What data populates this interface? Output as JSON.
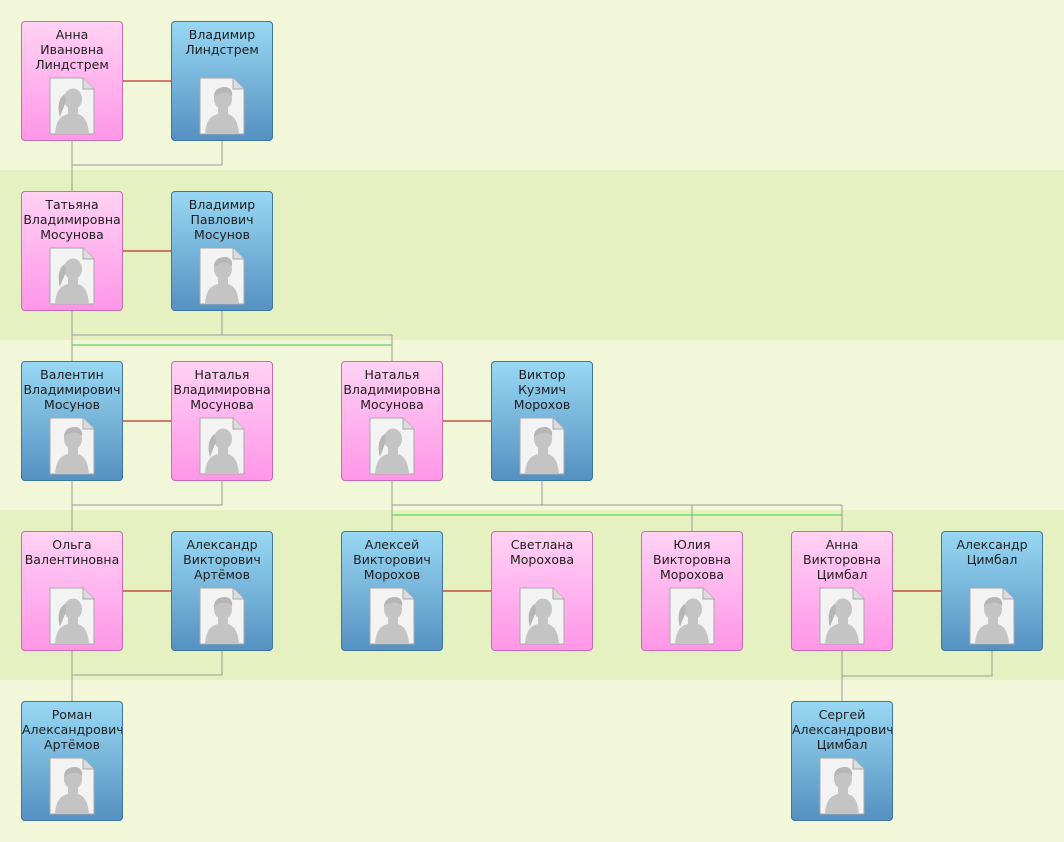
{
  "people": [
    {
      "id": "p1",
      "gender": "f",
      "name": "Анна\nИвановна\nЛиндстрем"
    },
    {
      "id": "p2",
      "gender": "m",
      "name": "Владимир\nЛиндстрем"
    },
    {
      "id": "p3",
      "gender": "f",
      "name": "Татьяна\nВладимировна\nМосунова"
    },
    {
      "id": "p4",
      "gender": "m",
      "name": "Владимир\nПавлович\nМосунов"
    },
    {
      "id": "p5",
      "gender": "m",
      "name": "Валентин\nВладимирович\nМосунов"
    },
    {
      "id": "p6",
      "gender": "f",
      "name": "Наталья\nВладимировна\nМосунова"
    },
    {
      "id": "p7",
      "gender": "f",
      "name": "Наталья\nВладимировна\nМосунова"
    },
    {
      "id": "p8",
      "gender": "m",
      "name": "Виктор\nКузмич\nМорохов"
    },
    {
      "id": "p9",
      "gender": "f",
      "name": "Ольга\nВалентиновна"
    },
    {
      "id": "p10",
      "gender": "m",
      "name": "Александр\nВикторович\nАртёмов"
    },
    {
      "id": "p11",
      "gender": "m",
      "name": "Алексей\nВикторович\nМорохов"
    },
    {
      "id": "p12",
      "gender": "f",
      "name": "Светлана\nМорохова"
    },
    {
      "id": "p13",
      "gender": "f",
      "name": "Юлия\nВикторовна\nМорохова"
    },
    {
      "id": "p14",
      "gender": "f",
      "name": "Анна\nВикторовна\nЦимбал"
    },
    {
      "id": "p15",
      "gender": "m",
      "name": "Александр\nЦимбал"
    },
    {
      "id": "p16",
      "gender": "m",
      "name": "Роман\nАлександрович\nАртёмов"
    },
    {
      "id": "p17",
      "gender": "m",
      "name": "Сергей\nАлександрович\nЦимбал"
    }
  ],
  "colors": {
    "female_top": "#ffd2f4",
    "female_bottom": "#ff96e8",
    "male_top": "#98d8f3",
    "male_bottom": "#5591c1",
    "marriage_line": "#b00000",
    "child_line": "#39d339",
    "parent_line": "#9a9a9a"
  },
  "icons": {
    "female": "female-silhouette-icon",
    "male": "male-silhouette-icon"
  }
}
